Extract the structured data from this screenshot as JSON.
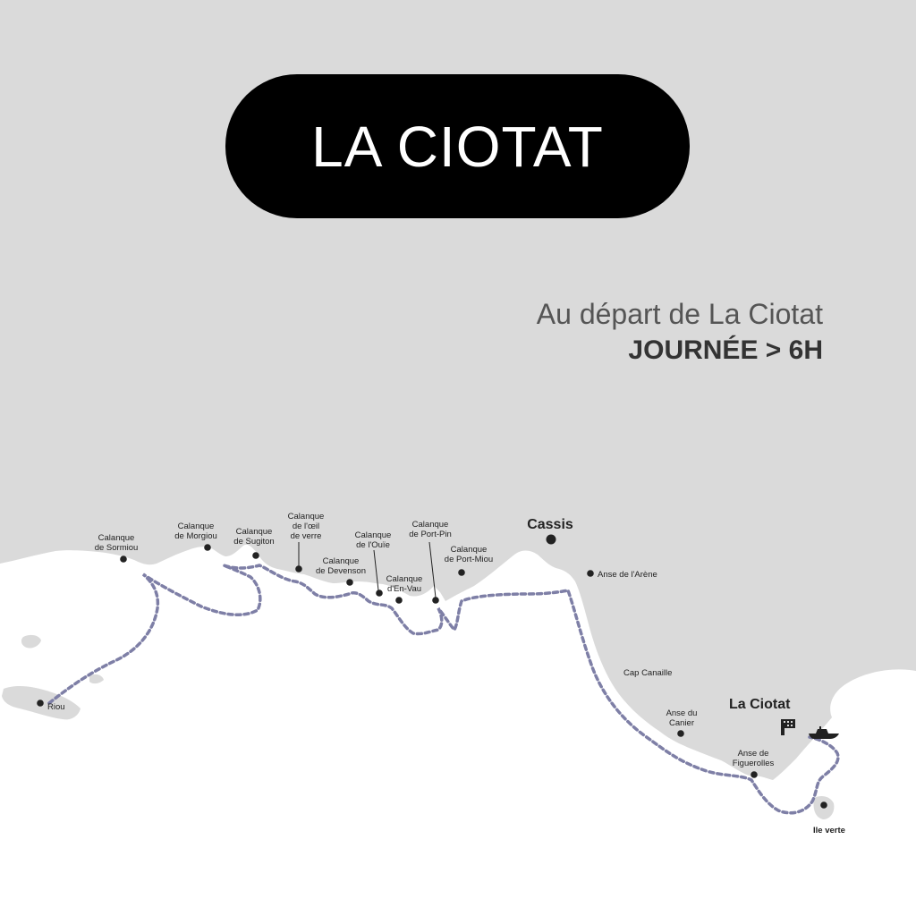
{
  "title": "LA CIOTAT",
  "subtitle": {
    "line1": "Au départ de La Ciotat",
    "line2": "JOURNÉE > 6H"
  },
  "colors": {
    "land": "#dadada",
    "sea": "#ffffff",
    "route": "#7e7fa6",
    "pill": "#000000"
  },
  "places": {
    "sormiou": [
      "Calanque",
      "de Sormiou"
    ],
    "morgiou": [
      "Calanque",
      "de Morgiou"
    ],
    "sugiton": [
      "Calanque",
      "de Sugiton"
    ],
    "oeil": [
      "Calanque",
      "de l'œil",
      "de verre"
    ],
    "devenson": [
      "Calanque",
      "de Devenson"
    ],
    "ouie": [
      "Calanque",
      "de l'Ouïe"
    ],
    "envau": [
      "Calanque",
      "d'En-Vau"
    ],
    "portpin": [
      "Calanque",
      "de Port-Pin"
    ],
    "portmiou": [
      "Calanque",
      "de Port-Miou"
    ],
    "cassis": "Cassis",
    "arene": "Anse de l'Arène",
    "canaille": "Cap Canaille",
    "canier": [
      "Anse du",
      "Canier"
    ],
    "laciotat": "La Ciotat",
    "figuerolles": [
      "Anse de",
      "Figuerolles"
    ],
    "riou": "Riou",
    "ileverte": "Ile verte"
  },
  "icons": {
    "port": "port-icon",
    "boat": "boat-icon"
  }
}
